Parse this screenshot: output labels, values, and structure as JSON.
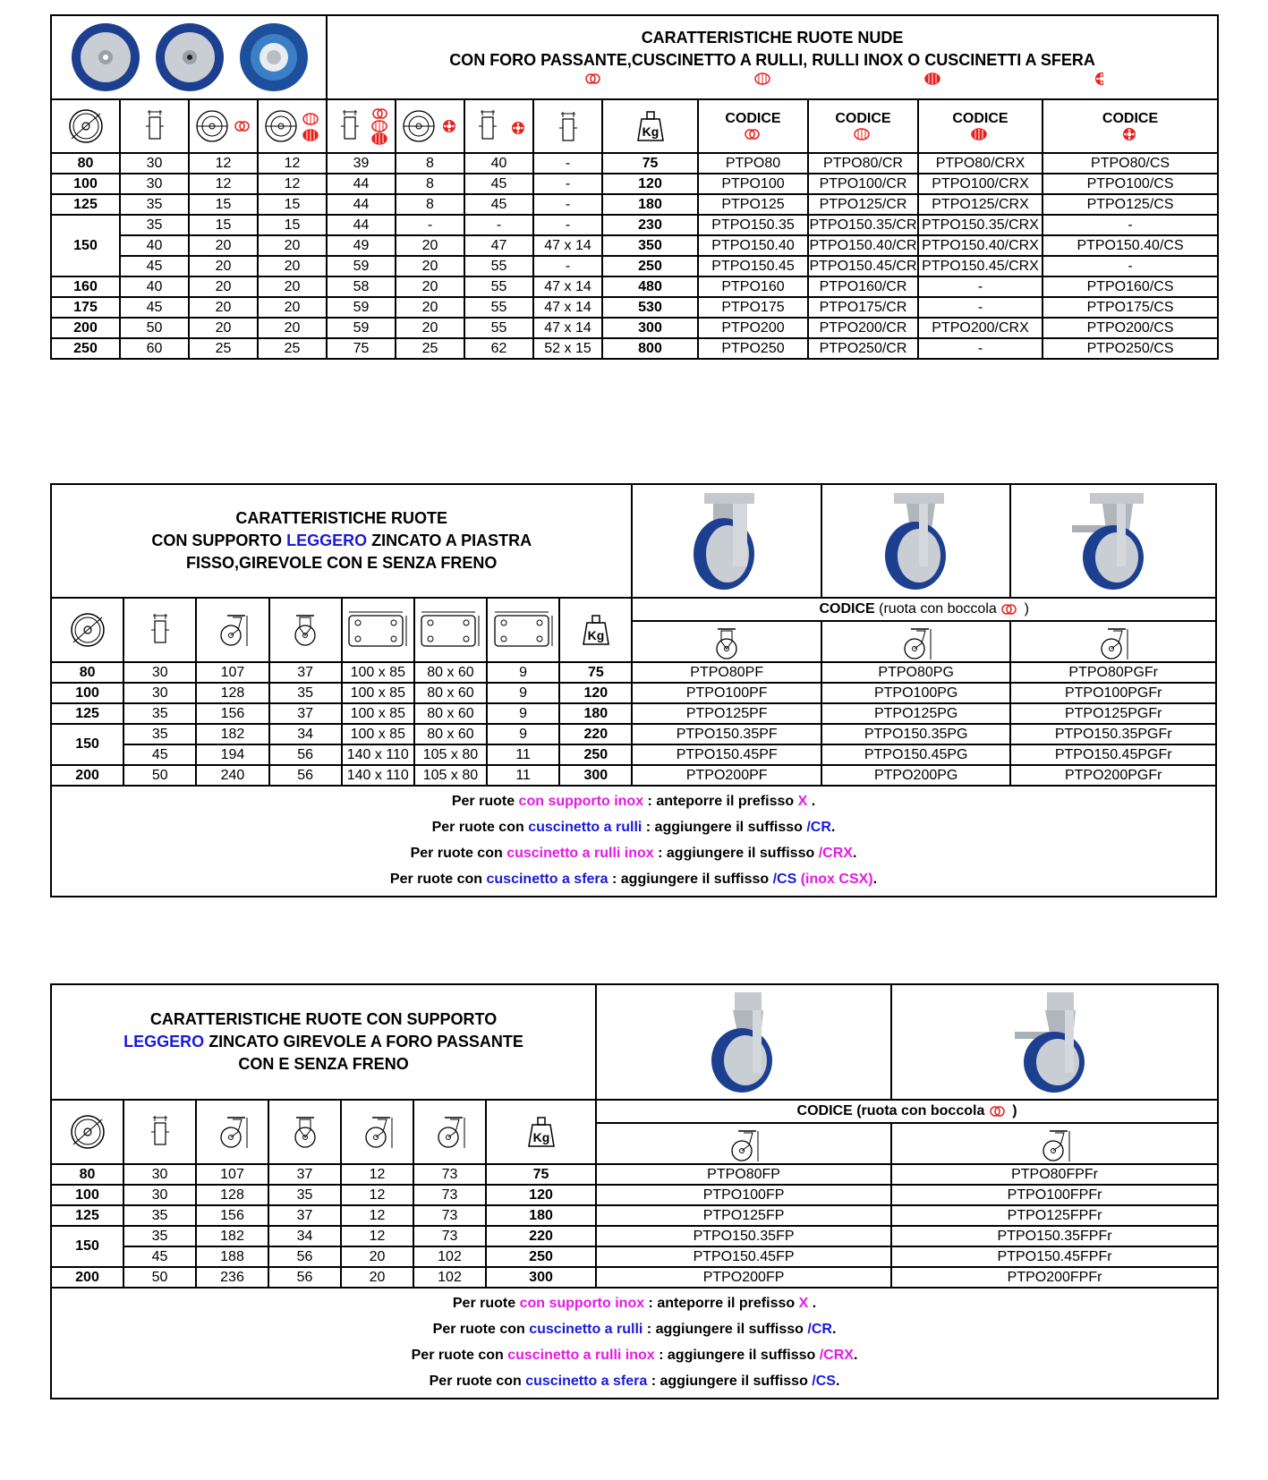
{
  "table1": {
    "title_line1": "CARATTERISTICHE RUOTE NUDE",
    "title_line2": "CON FORO PASSANTE,CUSCINETTO A RULLI, RULLI INOX  O CUSCINETTI A SFERA",
    "code_headers": [
      "CODICE",
      "CODICE",
      "CODICE",
      "CODICE"
    ],
    "weight_label": "Kg",
    "rows": [
      {
        "d": "80",
        "w": "30",
        "a": "12",
        "b": "12",
        "c": "39",
        "e": "8",
        "f": "40",
        "g": "-",
        "kg": "75",
        "c1": "PTPO80",
        "c2": "PTPO80/CR",
        "c3": "PTPO80/CRX",
        "c4": "PTPO80/CS"
      },
      {
        "d": "100",
        "w": "30",
        "a": "12",
        "b": "12",
        "c": "44",
        "e": "8",
        "f": "45",
        "g": "-",
        "kg": "120",
        "c1": "PTPO100",
        "c2": "PTPO100/CR",
        "c3": "PTPO100/CRX",
        "c4": "PTPO100/CS"
      },
      {
        "d": "125",
        "w": "35",
        "a": "15",
        "b": "15",
        "c": "44",
        "e": "8",
        "f": "45",
        "g": "-",
        "kg": "180",
        "c1": "PTPO125",
        "c2": "PTPO125/CR",
        "c3": "PTPO125/CRX",
        "c4": "PTPO125/CS"
      },
      {
        "d": "150",
        "w": "35",
        "a": "15",
        "b": "15",
        "c": "44",
        "e": "-",
        "f": "-",
        "g": "-",
        "kg": "230",
        "c1": "PTPO150.35",
        "c2": "PTPO150.35/CR",
        "c3": "PTPO150.35/CRX",
        "c4": "-"
      },
      {
        "d": "",
        "w": "40",
        "a": "20",
        "b": "20",
        "c": "49",
        "e": "20",
        "f": "47",
        "g": "47 x 14",
        "kg": "350",
        "c1": "PTPO150.40",
        "c2": "PTPO150.40/CR",
        "c3": "PTPO150.40/CRX",
        "c4": "PTPO150.40/CS"
      },
      {
        "d": "",
        "w": "45",
        "a": "20",
        "b": "20",
        "c": "59",
        "e": "20",
        "f": "55",
        "g": "-",
        "kg": "250",
        "c1": "PTPO150.45",
        "c2": "PTPO150.45/CR",
        "c3": "PTPO150.45/CRX",
        "c4": "-"
      },
      {
        "d": "160",
        "w": "40",
        "a": "20",
        "b": "20",
        "c": "58",
        "e": "20",
        "f": "55",
        "g": "47 x 14",
        "kg": "480",
        "c1": "PTPO160",
        "c2": "PTPO160/CR",
        "c3": "-",
        "c4": "PTPO160/CS"
      },
      {
        "d": "175",
        "w": "45",
        "a": "20",
        "b": "20",
        "c": "59",
        "e": "20",
        "f": "55",
        "g": "47 x 14",
        "kg": "530",
        "c1": "PTPO175",
        "c2": "PTPO175/CR",
        "c3": "-",
        "c4": "PTPO175/CS"
      },
      {
        "d": "200",
        "w": "50",
        "a": "20",
        "b": "20",
        "c": "59",
        "e": "20",
        "f": "55",
        "g": "47 x 14",
        "kg": "300",
        "c1": "PTPO200",
        "c2": "PTPO200/CR",
        "c3": "PTPO200/CRX",
        "c4": "PTPO200/CS"
      },
      {
        "d": "250",
        "w": "60",
        "a": "25",
        "b": "25",
        "c": "75",
        "e": "25",
        "f": "62",
        "g": "52 x 15",
        "kg": "800",
        "c1": "PTPO250",
        "c2": "PTPO250/CR",
        "c3": "-",
        "c4": "PTPO250/CS"
      }
    ]
  },
  "table2": {
    "title_line1": "CARATTERISTICHE RUOTE",
    "title_line2a": "CON SUPPORTO  ",
    "title_line2b": "LEGGERO",
    "title_line2c": " ZINCATO A PIASTRA",
    "title_line3": "FISSO,GIREVOLE CON E SENZA FRENO",
    "code_label": "CODICE",
    "code_sub": " (ruota con boccola ",
    "code_close": " )",
    "weight_label": "Kg",
    "rows": [
      {
        "d": "80",
        "w": "30",
        "h": "107",
        "o": "37",
        "p": "100 x 85",
        "q": "80 x 60",
        "r": "9",
        "kg": "75",
        "c1": "PTPO80PF",
        "c2": "PTPO80PG",
        "c3": "PTPO80PGFr"
      },
      {
        "d": "100",
        "w": "30",
        "h": "128",
        "o": "35",
        "p": "100 x 85",
        "q": "80 x 60",
        "r": "9",
        "kg": "120",
        "c1": "PTPO100PF",
        "c2": "PTPO100PG",
        "c3": "PTPO100PGFr"
      },
      {
        "d": "125",
        "w": "35",
        "h": "156",
        "o": "37",
        "p": "100 x 85",
        "q": "80 x 60",
        "r": "9",
        "kg": "180",
        "c1": "PTPO125PF",
        "c2": "PTPO125PG",
        "c3": "PTPO125PGFr"
      },
      {
        "d": "150",
        "w": "35",
        "h": "182",
        "o": "34",
        "p": "100 x 85",
        "q": "80 x 60",
        "r": "9",
        "kg": "220",
        "c1": "PTPO150.35PF",
        "c2": "PTPO150.35PG",
        "c3": "PTPO150.35PGFr"
      },
      {
        "d": "",
        "w": "45",
        "h": "194",
        "o": "56",
        "p": "140 x 110",
        "q": "105 x 80",
        "r": "11",
        "kg": "250",
        "c1": "PTPO150.45PF",
        "c2": "PTPO150.45PG",
        "c3": "PTPO150.45PGFr"
      },
      {
        "d": "200",
        "w": "50",
        "h": "240",
        "o": "56",
        "p": "140 x 110",
        "q": "105 x 80",
        "r": "11",
        "kg": "300",
        "c1": "PTPO200PF",
        "c2": "PTPO200PG",
        "c3": "PTPO200PGFr"
      }
    ],
    "notes": [
      {
        "a": "Per ruote ",
        "b": "con supporto inox",
        "c": " : anteporre il prefisso ",
        "d": "X",
        "e": " ."
      },
      {
        "a": "Per ruote con ",
        "b": "cuscinetto a rulli",
        "c": " : aggiungere il suffisso ",
        "d": "/CR",
        "e": "."
      },
      {
        "a": "Per ruote con ",
        "b": "cuscinetto a rulli inox",
        "c": " : aggiungere il suffisso ",
        "d": "/CRX",
        "e": "."
      },
      {
        "a": "Per ruote con ",
        "b": "cuscinetto a sfera",
        "c": " : aggiungere il suffisso ",
        "d": "/CS",
        "e": " ",
        "f": "(inox CSX)",
        "g": "."
      }
    ]
  },
  "table3": {
    "title_line1": "CARATTERISTICHE RUOTE CON SUPPORTO",
    "title_line2a": "LEGGERO",
    "title_line2b": " ZINCATO GIREVOLE A FORO PASSANTE",
    "title_line3": "CON E SENZA FRENO",
    "code_label": "CODICE",
    "code_sub": " (ruota con boccola ",
    "code_close": " )",
    "weight_label": "Kg",
    "rows": [
      {
        "d": "80",
        "w": "30",
        "h": "107",
        "o": "37",
        "p": "12",
        "q": "73",
        "kg": "75",
        "c1": "PTPO80FP",
        "c2": "PTPO80FPFr"
      },
      {
        "d": "100",
        "w": "30",
        "h": "128",
        "o": "35",
        "p": "12",
        "q": "73",
        "kg": "120",
        "c1": "PTPO100FP",
        "c2": "PTPO100FPFr"
      },
      {
        "d": "125",
        "w": "35",
        "h": "156",
        "o": "37",
        "p": "12",
        "q": "73",
        "kg": "180",
        "c1": "PTPO125FP",
        "c2": "PTPO125FPFr"
      },
      {
        "d": "150",
        "w": "35",
        "h": "182",
        "o": "34",
        "p": "12",
        "q": "73",
        "kg": "220",
        "c1": "PTPO150.35FP",
        "c2": "PTPO150.35FPFr"
      },
      {
        "d": "",
        "w": "45",
        "h": "188",
        "o": "56",
        "p": "20",
        "q": "102",
        "kg": "250",
        "c1": "PTPO150.45FP",
        "c2": "PTPO150.45FPFr"
      },
      {
        "d": "200",
        "w": "50",
        "h": "236",
        "o": "56",
        "p": "20",
        "q": "102",
        "kg": "300",
        "c1": "PTPO200FP",
        "c2": "PTPO200FPFr"
      }
    ],
    "notes": [
      {
        "a": "Per ruote ",
        "b": "con supporto inox",
        "c": " : anteporre il prefisso ",
        "d": "X",
        "e": " ."
      },
      {
        "a": "Per ruote con ",
        "b": "cuscinetto a rulli",
        "c": " : aggiungere il suffisso ",
        "d": "/CR",
        "e": "."
      },
      {
        "a": "Per ruote con ",
        "b": "cuscinetto a rulli inox",
        "c": " : aggiungere il suffisso ",
        "d": "/CRX",
        "e": "."
      },
      {
        "a": "Per ruote con ",
        "b": "cuscinetto a sfera",
        "c": " : aggiungere il suffisso ",
        "d": "/CS",
        "e": "."
      }
    ]
  },
  "colors": {
    "blue": "#1a1adb",
    "magenta": "#e619e6",
    "red": "#e8201c",
    "wheel_blue": "#1d3f8f"
  }
}
